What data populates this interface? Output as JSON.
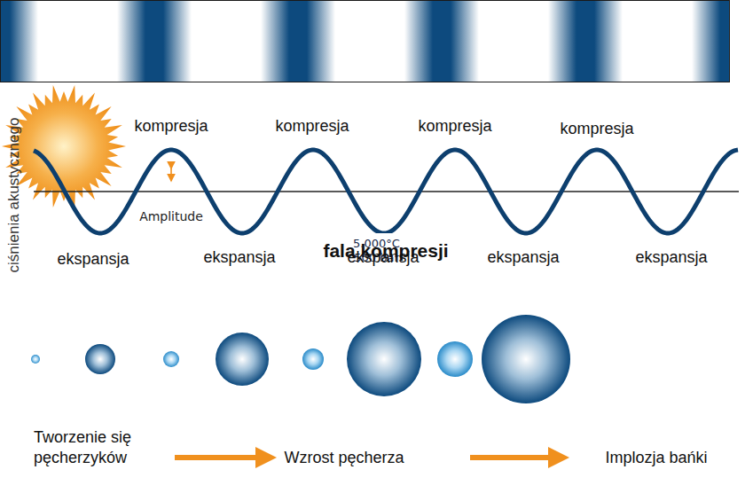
{
  "diagram": {
    "nodes": [
      {
        "text": [
          "fala kompresji"
        ]
      },
      {
        "text": [
          "5.000°C 500 bar"
        ]
      }
    ],
    "labels": [
      "ciśnienia akustycznego",
      "kompresja",
      "kompresja",
      "kompresja",
      "kompresja",
      "Amplitude",
      "ekspansja",
      "ekspansja",
      "ekspansja",
      "ekspansja",
      "ekspansja",
      "Tworzenie się pęcherzyków",
      "Wzrost pęcherza",
      "Implozja bańki"
    ]
  }
}
